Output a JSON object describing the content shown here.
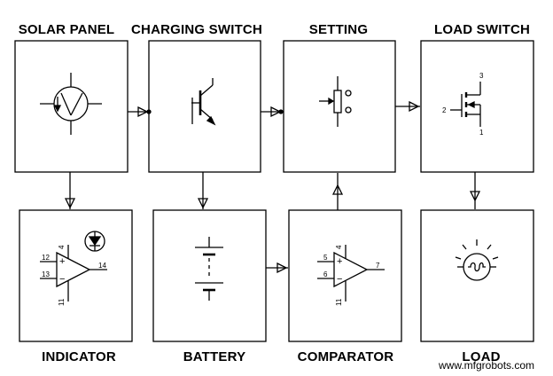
{
  "blocks": {
    "solar_panel": "SOLAR PANEL",
    "charging_switch": "CHARGING SWITCH",
    "setting": "SETTING",
    "load_switch": "LOAD SWITCH",
    "indicator": "INDICATOR",
    "battery": "BATTERY",
    "comparator": "COMPARATOR",
    "load": "LOAD"
  },
  "pins": {
    "indicator": {
      "top": "4",
      "in_plus": "12",
      "in_minus": "13",
      "out": "14",
      "bottom": "11"
    },
    "comparator": {
      "top": "4",
      "in_plus": "5",
      "in_minus": "6",
      "out": "7",
      "bottom": "11"
    },
    "mosfet": {
      "drain": "3",
      "gate": "2",
      "source": "1"
    }
  },
  "signs": {
    "plus": "+",
    "minus": "−"
  },
  "watermark": "www.mfgrobots.com"
}
